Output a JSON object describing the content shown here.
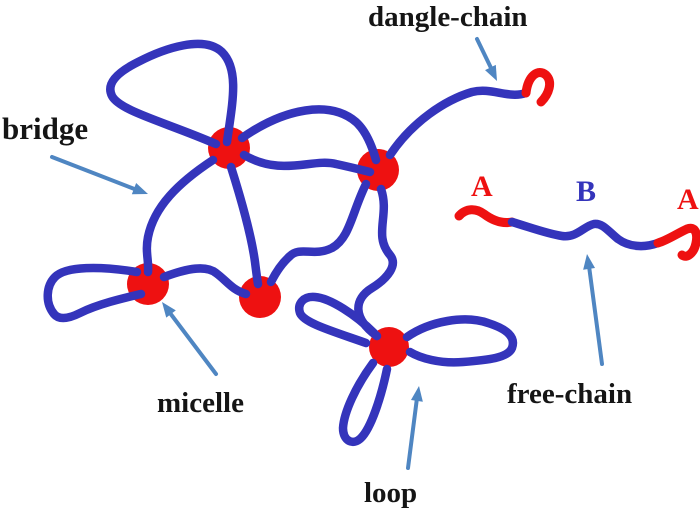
{
  "figure": {
    "type": "polymer-network-schematic",
    "background": "#ffffff",
    "colors": {
      "chain": "#3434bb",
      "micelle": "#ee1111",
      "chain_end": "#ee1111",
      "arrow": "#4f86c2",
      "label_text": "#151515",
      "label_a": "#ee1111",
      "label_b": "#3434bb"
    },
    "labels": {
      "dangle_chain": "dangle-chain",
      "bridge": "bridge",
      "micelle": "micelle",
      "loop": "loop",
      "free_chain": "free-chain",
      "block_a_left": "A",
      "block_b": "B",
      "block_a_right": "A"
    }
  }
}
